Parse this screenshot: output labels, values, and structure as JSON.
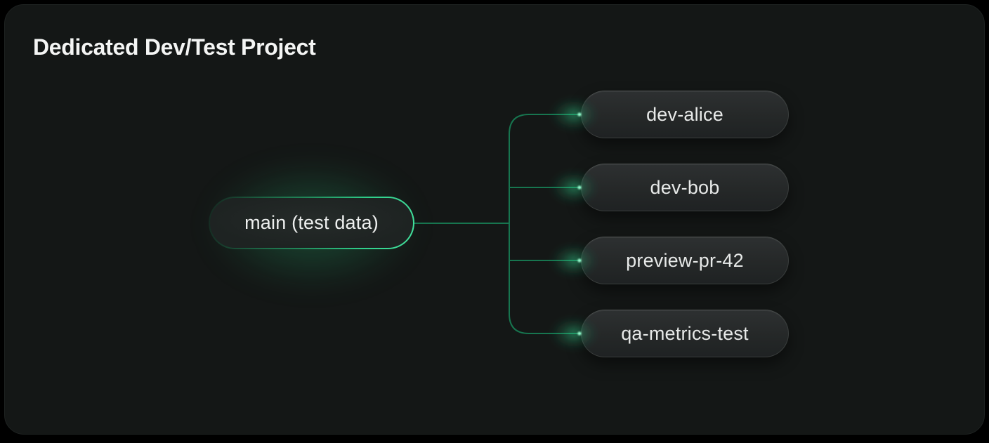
{
  "title": "Dedicated Dev/Test Project",
  "colors": {
    "page_background": "#000000",
    "card_background": "#141716",
    "accent_green": "#2fce8a",
    "wire_green": "#17754f",
    "endpoint_glow": "#40e29c",
    "node_fill": "#252828",
    "node_border": "#3a3e3d",
    "label_text": "#e7e9e8",
    "title_text": "#f4f5f4"
  },
  "diagram": {
    "type": "branch-tree",
    "root": {
      "id": "main",
      "label": "main (test data)"
    },
    "branches": [
      {
        "id": "dev-alice",
        "label": "dev-alice"
      },
      {
        "id": "dev-bob",
        "label": "dev-bob"
      },
      {
        "id": "preview-pr-42",
        "label": "preview-pr-42"
      },
      {
        "id": "qa-metrics-test",
        "label": "qa-metrics-test"
      }
    ],
    "edges": [
      {
        "from": "main",
        "to": "dev-alice"
      },
      {
        "from": "main",
        "to": "dev-bob"
      },
      {
        "from": "main",
        "to": "preview-pr-42"
      },
      {
        "from": "main",
        "to": "qa-metrics-test"
      }
    ]
  }
}
